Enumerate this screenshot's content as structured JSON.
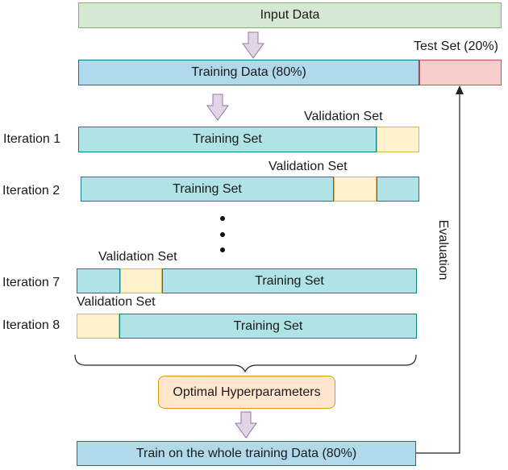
{
  "input_data": "Input Data",
  "training_data": "Training Data (80%)",
  "test_set": "Test Set (20%)",
  "evaluation": "Evaluation",
  "iterations": [
    {
      "label": "Iteration 1",
      "training": "Training Set",
      "validation": "Validation Set"
    },
    {
      "label": "Iteration 2",
      "training": "Training Set",
      "validation": "Validation Set"
    },
    {
      "label": "Iteration 7",
      "training": "Training Set",
      "validation": "Validation Set"
    },
    {
      "label": "Iteration 8",
      "training": "Training Set",
      "validation": "Validation Set"
    }
  ],
  "optimal": "Optimal Hyperparameters",
  "final_train": "Train on the whole training Data (80%)",
  "colors": {
    "input_fill": "#d5e8d4",
    "training_data_fill": "#b1d9ec",
    "test_fill": "#f8cecc",
    "training_set_fill": "#b0e3e6",
    "validation_fill": "#fff2cc",
    "optimal_fill": "#ffe6cc",
    "arrow_fill": "#e1d5e7"
  }
}
